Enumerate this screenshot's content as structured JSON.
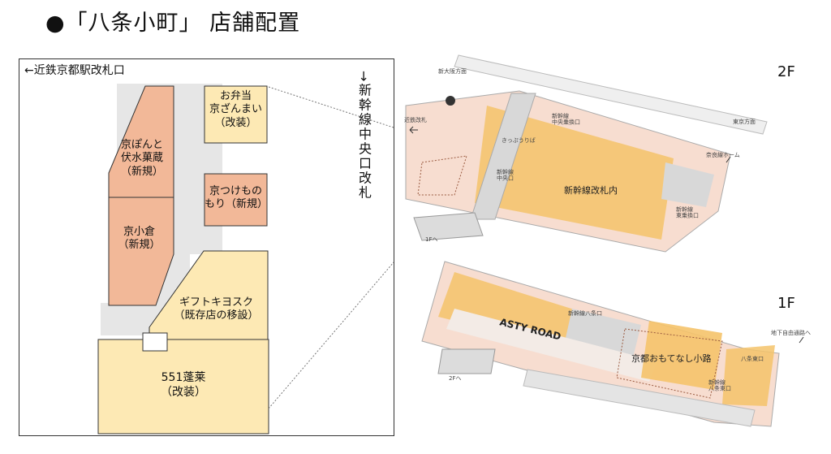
{
  "title": "●「八条小町」 店舗配置",
  "detail": {
    "exit_kintetsu": "←近鉄京都駅改札口",
    "exit_shinkansen": "→新幹線中央口改札",
    "shops": [
      {
        "id": "bento",
        "label": "お弁当\n京ざんまい\n（改装）"
      },
      {
        "id": "kyopon",
        "label": "京ぽんと\n伏水菓蔵\n（新規）"
      },
      {
        "id": "tsukemono",
        "label": "京つけもの\nもり（新規）"
      },
      {
        "id": "kyookura",
        "label": "京小倉\n（新規）"
      },
      {
        "id": "gift",
        "label": "ギフトキヨスク\n（既存店の移設）"
      },
      {
        "id": "horai",
        "label": "551蓬莱\n（改装）"
      }
    ]
  },
  "overview": {
    "floor_2f": "2F",
    "floor_1f": "1F",
    "labels_2f": {
      "shin_osaka": "新大阪方面",
      "tokyo": "東京方面",
      "kintetsu": "近鉄改札",
      "shinkansen_chuo_hatsuban": "新幹線\n中央乗換口",
      "kippu": "きっぷうりば",
      "shinkansen_chuo": "新幹線\n中央口",
      "shinkansen_kaisatsunai": "新幹線改札内",
      "nara_home": "奈良線ホーム",
      "shinkansen_higashi": "新幹線\n東乗換口",
      "to_1f": "1Fへ"
    },
    "labels_1f": {
      "asty_road": "ASTY ROAD",
      "shinkansen_hachijo": "新幹線八条口",
      "omotenashi": "京都おもてなし小路",
      "hachijo_higashi": "八条東口",
      "chika": "地下自由通路へ",
      "shinkansen_hachijo_higashi": "新幹線\n八条東口",
      "to_2f": "2Fへ"
    }
  },
  "colors": {
    "orange_shop": "#f2b898",
    "yellow_shop": "#fde9b4",
    "corridor": "#e6e6e6",
    "map_yellow": "#f5c36a",
    "map_pink": "#f7ddd0",
    "map_gray": "#d8d8d8"
  }
}
